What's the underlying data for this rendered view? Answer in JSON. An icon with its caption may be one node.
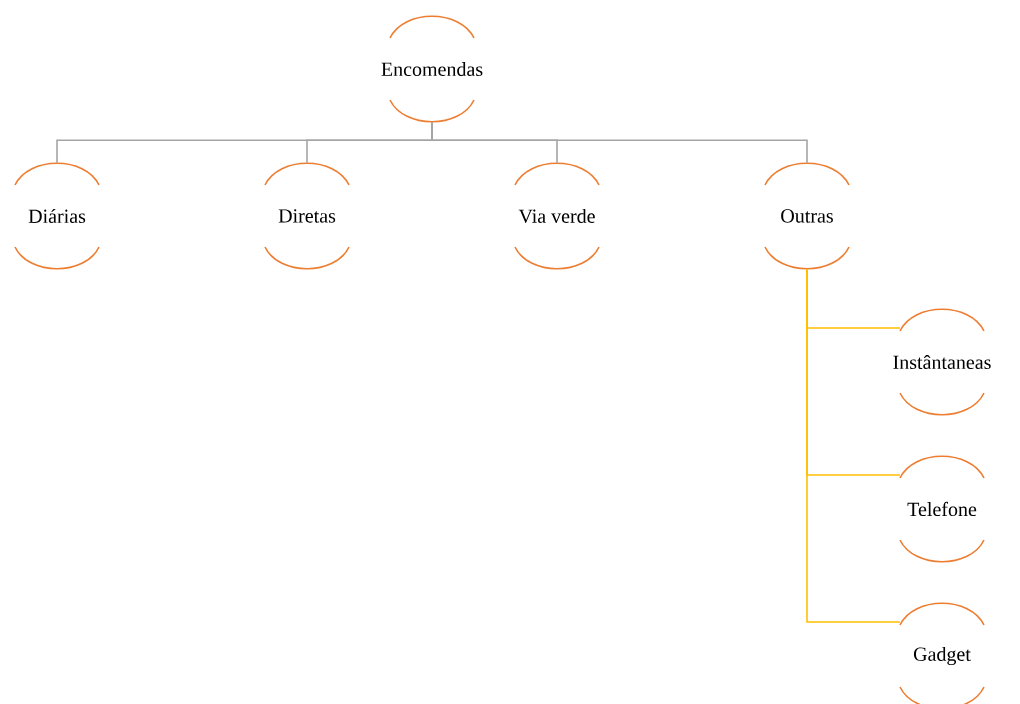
{
  "diagram": {
    "nodes": [
      {
        "text": [
          "Encomendas"
        ]
      },
      {
        "text": [
          "Diárias"
        ]
      },
      {
        "text": [
          "Diretas"
        ]
      },
      {
        "text": [
          "Via verde"
        ]
      },
      {
        "text": [
          "Outras"
        ]
      },
      {
        "text": [
          "Instântaneas"
        ]
      },
      {
        "text": [
          "Telefone"
        ]
      },
      {
        "text": [
          "Gadget"
        ]
      }
    ],
    "edges": [
      {
        "from": 0,
        "to": 1,
        "arrow": "none"
      },
      {
        "from": 0,
        "to": 2,
        "arrow": "none"
      },
      {
        "from": 0,
        "to": 3,
        "arrow": "none"
      },
      {
        "from": 0,
        "to": 4,
        "arrow": "none"
      },
      {
        "from": 4,
        "to": 5,
        "arrow": "none",
        "color": "#ffc000"
      },
      {
        "from": 4,
        "to": 6,
        "arrow": "none",
        "color": "#ffc000"
      },
      {
        "from": 4,
        "to": 7,
        "arrow": "none",
        "color": "#ffc000"
      }
    ]
  }
}
